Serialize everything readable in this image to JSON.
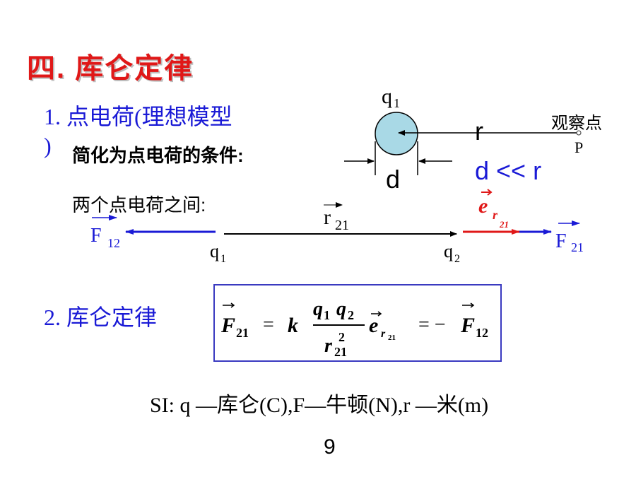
{
  "title": "四. 库仑定律",
  "section1": {
    "heading": "1. 点电荷(理想模型",
    "paren_close": ")",
    "condition": "简化为点电荷的条件:",
    "between": "两个点电荷之间:"
  },
  "sphere_figure": {
    "q1": "q",
    "q1_sub": "1",
    "r": "r",
    "d": "d",
    "relation": "d << r",
    "observe": "观察点",
    "p": "P"
  },
  "force_figure": {
    "F12": "F",
    "F12_sub": "12",
    "F21": "F",
    "F21_sub": "21",
    "r21": "r",
    "r21_sub": "21",
    "q1": "q",
    "q1_sub": "1",
    "q2": "q",
    "q2_sub": "2",
    "e": "e",
    "e_sub_r": "r",
    "e_sub_21": "21"
  },
  "section2": {
    "heading": "2. 库仑定律"
  },
  "formula": {
    "F": "F",
    "sub21": "21",
    "sub12": "12",
    "eq": "=",
    "k": "k",
    "q1": "q",
    "q1_sub": "1",
    "q2": "q",
    "q2_sub": "2",
    "r": "r",
    "r_sub": "21",
    "r_sup": "2",
    "e": "e",
    "e_sub_r": "r",
    "e_sub_21": "21",
    "neg": "= −"
  },
  "si_units": "SI: q —库仑(C),F—牛顿(N),r —米(m)",
  "page_number": "9",
  "colors": {
    "title": "#e01818",
    "blue": "#1a1ad6",
    "red": "#e01818",
    "sphere_fill": "#a9d9e6"
  }
}
